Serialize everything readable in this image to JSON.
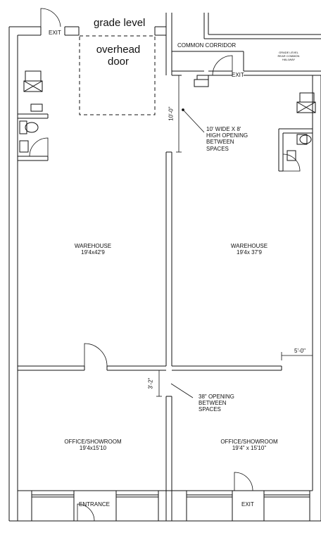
{
  "labels": {
    "grade_level": "grade level",
    "overhead_door": [
      "overhead",
      "door"
    ],
    "exit_top_left": "EXIT",
    "common_corridor": "COMMON CORRIDOR",
    "exit_corridor": "EXIT",
    "grade_level_note": [
      "GRADE LEVEL",
      "REAR COMMON",
      "HALLWAY"
    ],
    "height_dim": "10'-0\"",
    "opening_top": [
      "10' WIDE X 8'",
      "HIGH OPENING",
      "BETWEEN",
      "SPACES"
    ],
    "warehouse_left": [
      "WAREHOUSE",
      "19'4x42'9"
    ],
    "warehouse_right": [
      "WAREHOUSE",
      "19'4x 37'9"
    ],
    "dim_5ft": "5'-0\"",
    "dim_3ft": "3'-2\"",
    "opening_mid": [
      "38\" OPENING",
      "BETWEEN",
      "SPACES"
    ],
    "office_left": [
      "OFFICE/SHOWROOM",
      "19'4x15'10"
    ],
    "office_right": [
      "OFFICE/SHOWROOM",
      "19'4\" x 15'10\""
    ],
    "entrance": "ENTRANCE",
    "exit_bottom": "EXIT"
  },
  "icons": [
    "fixture-icon",
    "toilet-icon",
    "sink-icon",
    "door-swing-icon"
  ]
}
